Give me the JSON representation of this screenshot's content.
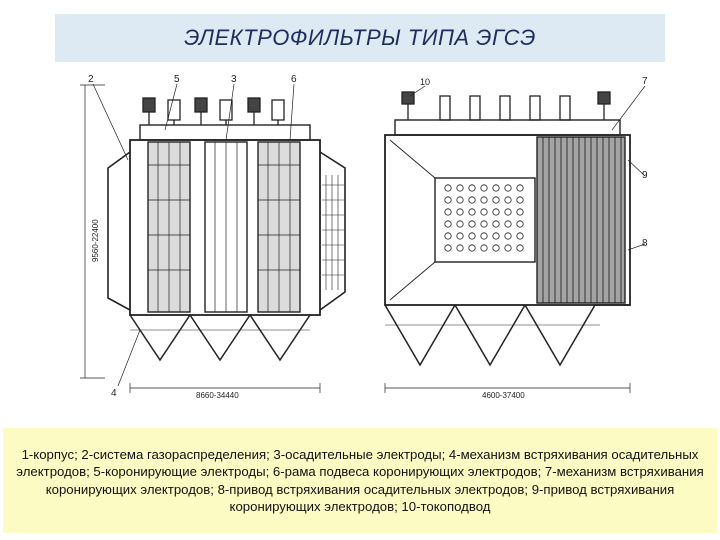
{
  "title": "ЭЛЕКТРОФИЛЬТРЫ ТИПА ЭГСЭ",
  "drawing": {
    "left_view": {
      "callouts": [
        "2",
        "5",
        "3",
        "6",
        "4"
      ],
      "height_dimension": "9560-22400",
      "width_dimension": "8660-34440"
    },
    "right_view": {
      "callouts": [
        "10",
        "7",
        "9",
        "8"
      ],
      "width_dimension": "4600-37400"
    }
  },
  "caption": "1-корпус; 2-система газораспределения; 3-осадительные электроды; 4-механизм встряхивания осадительных электродов; 5-коронирующие электроды; 6-рама подвеса коронирующих электродов; 7-механизм встряхивания коронирующих электродов; 8-привод встряхивания осадительных электродов; 9-привод встряхивания коронирующих электродов; 10-токоподвод"
}
